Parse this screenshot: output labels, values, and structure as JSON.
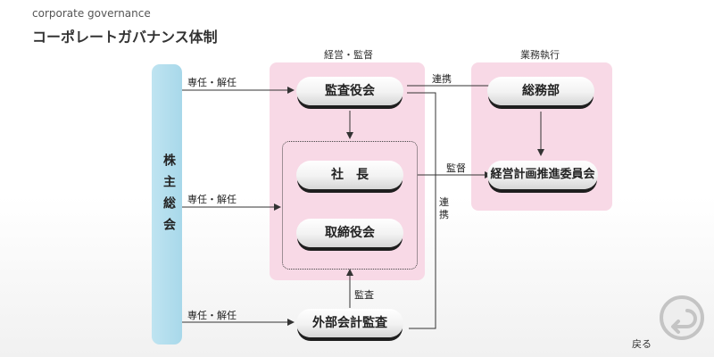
{
  "header": {
    "subtitle": "corporate governance",
    "title": "コーポレートガバナンス体制"
  },
  "groups": {
    "management_audit": "経営・監督",
    "business_execution": "業務執行"
  },
  "nodes": {
    "shareholders_meeting": "株主総会",
    "audit_board": "監査役会",
    "president": "社　長",
    "board_of_directors": "取締役会",
    "external_auditor": "外部会計監査",
    "general_affairs": "総務部",
    "planning_committee": "経営計画推進委員会"
  },
  "edge_labels": {
    "appoint_top": "専任・解任",
    "appoint_mid": "専任・解任",
    "appoint_bottom": "専任・解任",
    "liaison_top": "連携",
    "audit_right": "監督",
    "liaison_vertical": "連携",
    "audit_bottom": "監査"
  },
  "footer": {
    "back_label": "戻る",
    "back_icon": "return-arrow-icon"
  }
}
